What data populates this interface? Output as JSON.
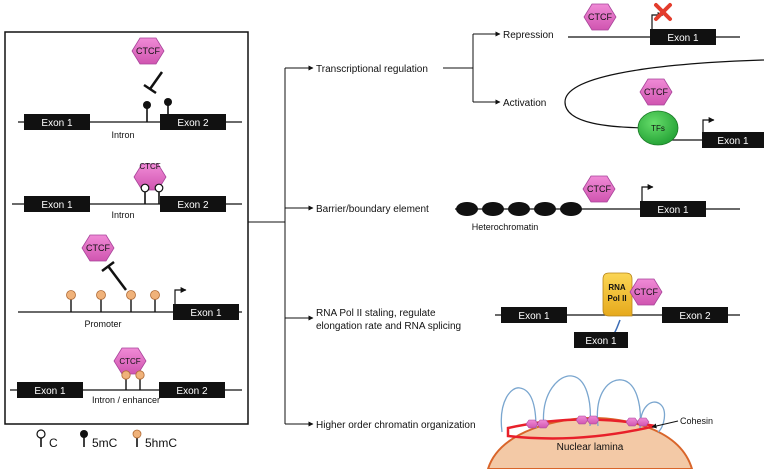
{
  "colors": {
    "ctcf_fill": "#e06fc0",
    "ctcf_stroke": "#a8449a",
    "tf_fill": "#33bb44",
    "rnapol_fill": "#f2c12e",
    "exon_fill": "#111111",
    "methyl_5hmc": "#f0b27a",
    "repression_x": "#e33c2c",
    "lamina_fill": "#f3c9a6",
    "lamina_stroke": "#d9652a",
    "cohesin_ring": "#e8202a",
    "loop_stroke": "#7aa6cf"
  },
  "labels": {
    "ctcf": "CTCF",
    "exon1": "Exon 1",
    "exon2": "Exon 2",
    "intron": "Intron",
    "promoter": "Promoter",
    "intron_enhancer": "Intron / enhancer",
    "tfs": "TFs",
    "rna_pol_line1": "RNA",
    "rna_pol_line2": "Pol II",
    "heterochromatin": "Heterochromatin",
    "cohesin": "Cohesin",
    "nuclear_lamina": "Nuclear lamina"
  },
  "legend": {
    "c": "C",
    "mc": "5mC",
    "hmc": "5hmC"
  },
  "functions": {
    "transcriptional_regulation": "Transcriptional regulation",
    "repression": "Repression",
    "activation": "Activation",
    "barrier": "Barrier/boundary element",
    "rna_pol_line1": "RNA Pol II staling, regulate",
    "rna_pol_line2": "elongation rate and RNA splicing",
    "higher_order": "Higher order chromatin organization"
  }
}
